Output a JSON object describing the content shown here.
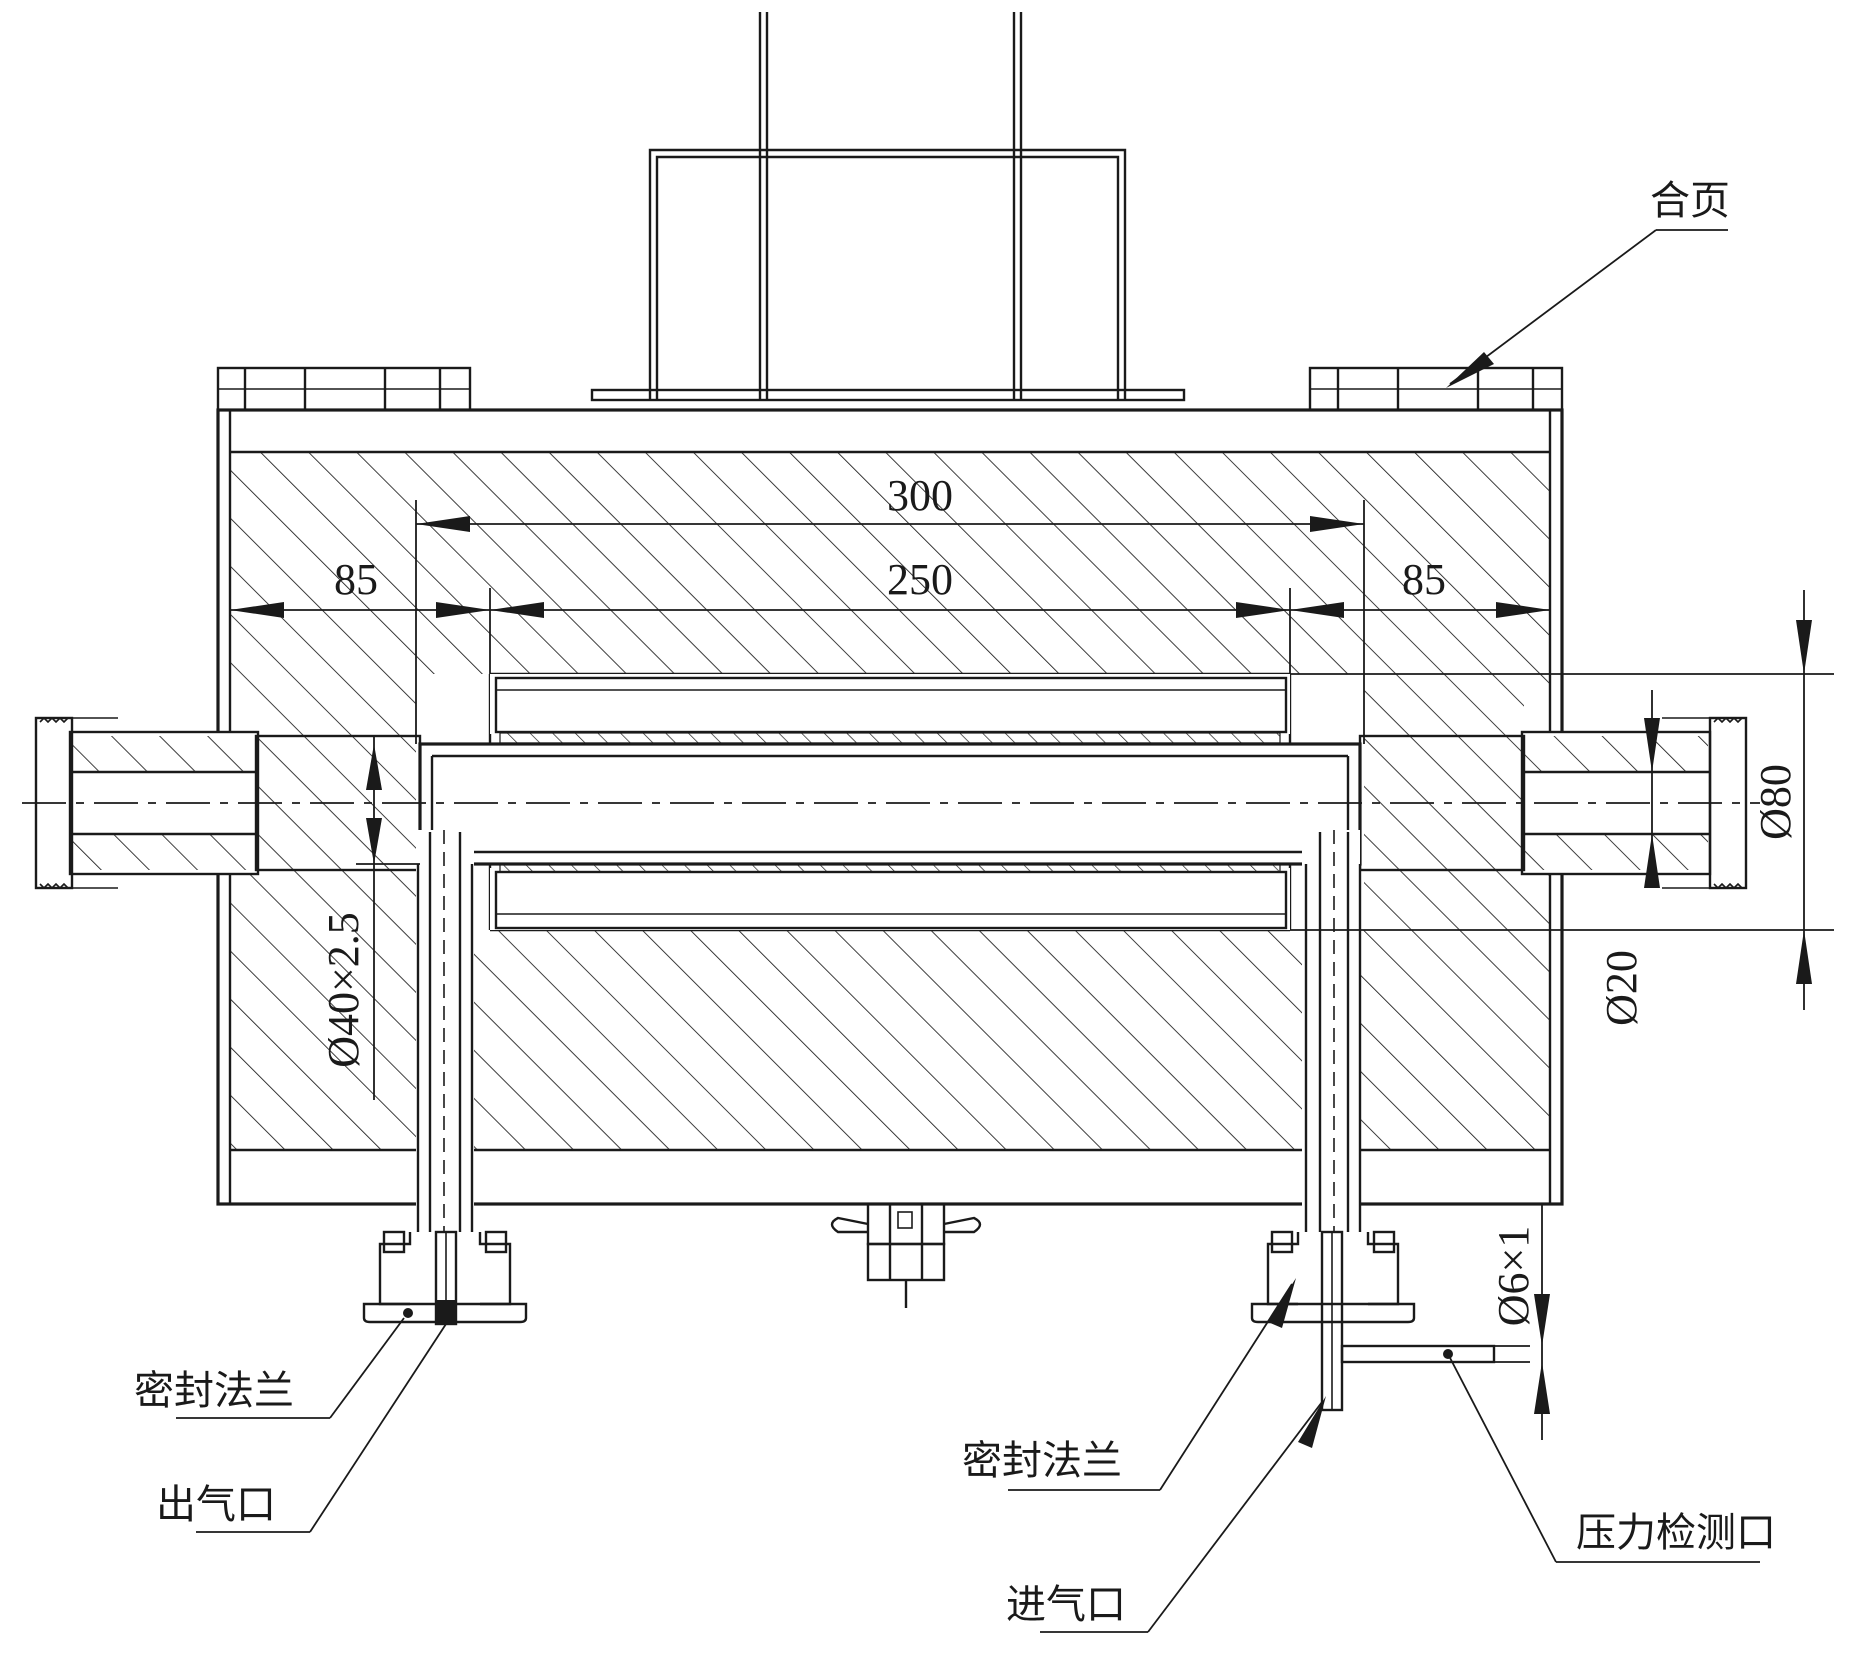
{
  "dimensions": {
    "d300": "300",
    "d250": "250",
    "d85_left": "85",
    "d85_right": "85",
    "d80": "Ø80",
    "d20": "Ø20",
    "d40": "Ø40×2.5",
    "d6": "Ø6×1"
  },
  "labels": {
    "hinge": "合页",
    "seal_flange_left": "密封法兰",
    "outlet": "出气口",
    "seal_flange_right": "密封法兰",
    "inlet": "进气口",
    "pressure_port": "压力检测口"
  }
}
